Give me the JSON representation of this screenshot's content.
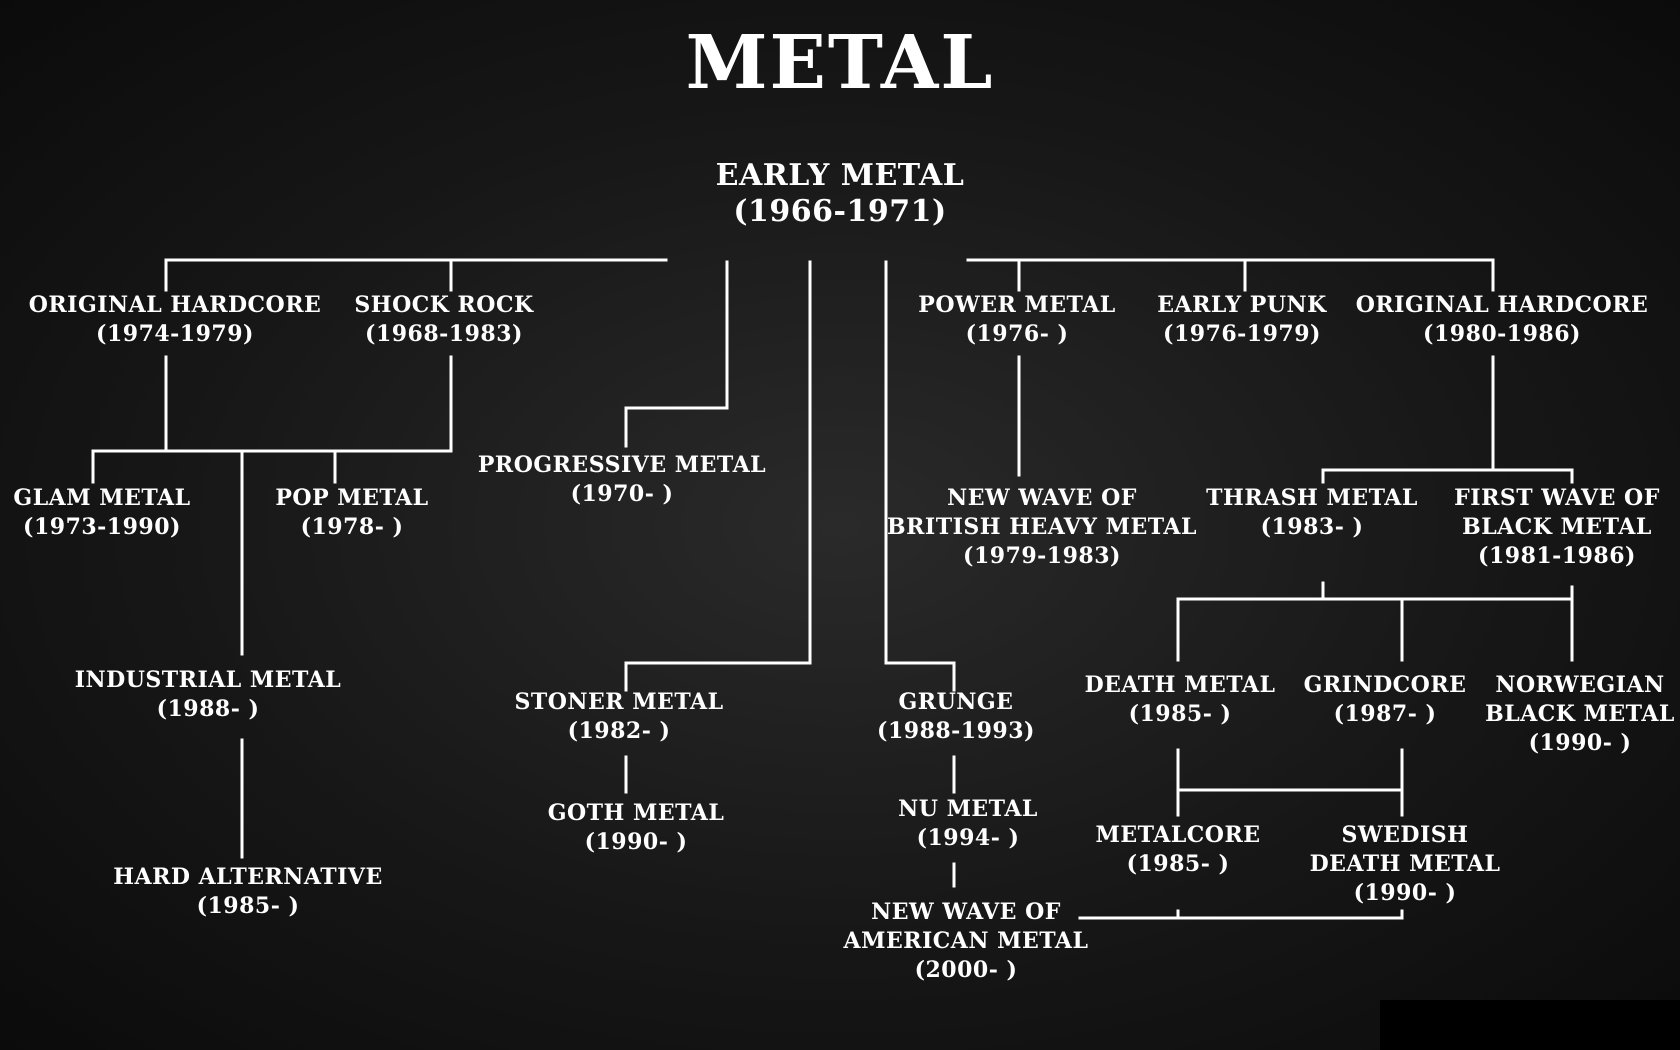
{
  "title": "METAL",
  "nodes": {
    "early_metal": {
      "name": "EARLY METAL",
      "years": "(1966-1971)"
    },
    "original_hardcore_1": {
      "name": "ORIGINAL HARDCORE",
      "years": "(1974-1979)"
    },
    "shock_rock": {
      "name": "SHOCK ROCK",
      "years": "(1968-1983)"
    },
    "power_metal": {
      "name": "POWER METAL",
      "years": "(1976- )"
    },
    "early_punk": {
      "name": "EARLY PUNK",
      "years": "(1976-1979)"
    },
    "original_hardcore_2": {
      "name": "ORIGINAL HARDCORE",
      "years": "(1980-1986)"
    },
    "progressive_metal": {
      "name": "PROGRESSIVE METAL",
      "years": "(1970- )"
    },
    "glam_metal": {
      "name": "GLAM METAL",
      "years": "(1973-1990)"
    },
    "pop_metal": {
      "name": "POP METAL",
      "years": "(1978- )"
    },
    "nwobhm": {
      "line1": "NEW WAVE OF",
      "line2": "BRITISH HEAVY METAL",
      "years": "(1979-1983)"
    },
    "thrash_metal": {
      "name": "THRASH METAL",
      "years": "(1983- )"
    },
    "first_wave_black_metal": {
      "line1": "FIRST WAVE OF",
      "line2": "BLACK METAL",
      "years": "(1981-1986)"
    },
    "industrial_metal": {
      "name": "INDUSTRIAL METAL",
      "years": "(1988- )"
    },
    "stoner_metal": {
      "name": "STONER METAL",
      "years": "(1982- )"
    },
    "grunge": {
      "name": "GRUNGE",
      "years": "(1988-1993)"
    },
    "death_metal": {
      "name": "DEATH METAL",
      "years": "(1985- )"
    },
    "grindcore": {
      "name": "GRINDCORE",
      "years": "(1987- )"
    },
    "norwegian_black_metal": {
      "line1": "NORWEGIAN",
      "line2": "BLACK METAL",
      "years": "(1990- )"
    },
    "goth_metal": {
      "name": "GOTH METAL",
      "years": "(1990- )"
    },
    "nu_metal": {
      "name": "NU METAL",
      "years": "(1994- )"
    },
    "metalcore": {
      "name": "METALCORE",
      "years": "(1985- )"
    },
    "swedish_death_metal": {
      "line1": "SWEDISH",
      "line2": "DEATH METAL",
      "years": "(1990- )"
    },
    "hard_alternative": {
      "name": "HARD ALTERNATIVE",
      "years": "(1985- )"
    },
    "nwoam": {
      "line1": "NEW WAVE OF",
      "line2": "AMERICAN METAL",
      "years": "(2000- )"
    }
  }
}
